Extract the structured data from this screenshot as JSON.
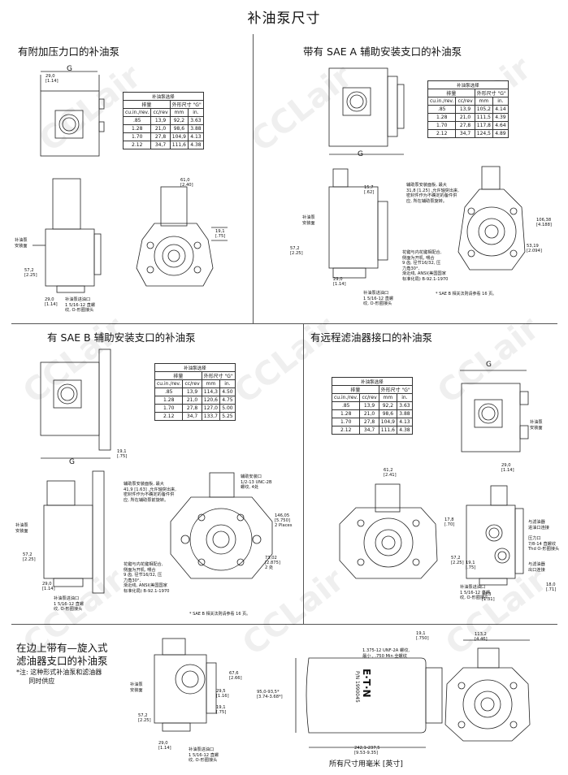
{
  "page_title": "补油泵尺寸",
  "footer": "所有尺寸用毫米 [英寸]",
  "watermark": "CCLair",
  "table_header": {
    "caption": "补油泵选择",
    "col_disp": "排量",
    "col_dim": "外形尺寸 \"G\"",
    "h1": "cu.in./rev.",
    "h2": "cc/rev",
    "h3": "mm",
    "h4": "in."
  },
  "sections": {
    "s1": {
      "title": "有附加压力口的补油泵",
      "g_label": "G",
      "dims": [
        "29,0\n[1.14]",
        "61,0\n[2.40]",
        "19,1\n[.75]",
        "57,2\n[2.25]",
        "29,0\n[1.14]"
      ],
      "note_flange": "补油泵\n安装面",
      "note_inlet": "补油泵进油口\n1 5/16-12 直螺\n纹, O-形圈接头",
      "rows": [
        [
          ".85",
          "13,9",
          "92,2",
          "3.63"
        ],
        [
          "1.28",
          "21,0",
          "98,6",
          "3.88"
        ],
        [
          "1.70",
          "27,8",
          "104,9",
          "4.13"
        ],
        [
          "2.12",
          "34,7",
          "111,6",
          "4.38"
        ]
      ]
    },
    "s2": {
      "title": "带有 SAE A 辅助安装支口的补油泵",
      "g_label": "G",
      "dims": [
        "15,7\n[.62]",
        "106,38\n[4.188]",
        "53,19\n[2.094]",
        "57,2\n[2.25]",
        "29,0\n[1.14]"
      ],
      "note_face": "辅助泵安装面板, 最大\n31,8 [1.25] ,允许轴突出来,\n密封件作为不确定的备件供\n应, 所在辅助泵旋转。",
      "note_flange": "补油泵\n安装面",
      "note_key": "花键与内花键相配合,\n侧面为开机, 喂合\n9 齿, 径节16/32, 压\n力角30°,\n渐近线, ANSI(美国国家\n标准化局) B-92.1-1970",
      "note_inlet": "补油泵进油口\n1 5/16-12 直螺\n纹, O-形圈接头",
      "note_sae": "* SAE B 相关法则请参看 16 页。",
      "rows": [
        [
          ".85",
          "13,9",
          "105,2",
          "4.14"
        ],
        [
          "1.28",
          "21,0",
          "111,5",
          "4.39"
        ],
        [
          "1.70",
          "27,8",
          "117,8",
          "4.64"
        ],
        [
          "2.12",
          "34,7",
          "124,5",
          "4.89"
        ]
      ]
    },
    "s3": {
      "title": "有 SAE B 辅助安装支口的补油泵",
      "g_label": "G",
      "dims": [
        "19,1\n[.75]",
        "146,05\n[5.750]\n2 Places",
        "73,02\n[2.875]\n2 处",
        "57,2\n[2.25]",
        "29,0\n[1.14]"
      ],
      "note_face": "辅助泵安装面板, 最大\n41,9 [1.63] ,允许轴突出来,\n密封件作为不确定的备件供\n应, 所在辅助泵前旋转。",
      "note_port": "辅助安装口\n1/2-13 UNC-2B\n螺纹, 4处",
      "note_flange": "补油泵\n安装面",
      "note_key": "花键与内花键相配合,\n侧面为开机, 喂合\n9 齿, 径节16/32, 压\n力角30°,\n渐近线, ANSI(美国国家\n标准化局) B-92.1-1970",
      "note_inlet": "补油泵进油口\n1 5/16-12 直螺\n纹, O-形圈接头",
      "note_sae": "* SAE B 相关法则请参看 16 页。",
      "rows": [
        [
          ".85",
          "13,9",
          "114,3",
          "4.50"
        ],
        [
          "1.28",
          "21,0",
          "120,6",
          "4.75"
        ],
        [
          "1.70",
          "27,8",
          "127,0",
          "5.00"
        ],
        [
          "2.12",
          "34,7",
          "133,7",
          "5.25"
        ]
      ]
    },
    "s4": {
      "title": "有远程滤油器接口的补油泵",
      "g_label": "G",
      "dims": [
        "29,0\n[1.14]",
        "61,2\n[2.41]",
        "17,8\n[.70]",
        "19,1\n[.75]",
        "57,2\n[2.25]",
        "33,3\n[1.31]",
        "18,0\n[.71]"
      ],
      "note_flange": "补油泵\n安装面",
      "note_filter_in": "与滤油器\n进油口连接",
      "note_port": "压力口\n7/8-14 直螺纹\nThd O-形圈接头",
      "note_filter_out": "与滤油器\n出口连接",
      "note_inlet": "补油泵进油口\n1 5/16-12 直螺\n纹, O-形圈接头",
      "rows": [
        [
          ".85",
          "13,9",
          "92,2",
          "3.63"
        ],
        [
          "1.28",
          "21,0",
          "98,6",
          "3.88"
        ],
        [
          "1.70",
          "27,8",
          "104,9",
          "4.13"
        ],
        [
          "2.12",
          "34,7",
          "111,6",
          "4.38"
        ]
      ]
    },
    "s5": {
      "title": "在边上带有—旋入式\n滤油器支口的补油泵",
      "note": "*注: 这种形式补油泵和滤油器\n      同时供应",
      "dims": [
        "67,6\n[2.66]",
        "29,5\n[1.16]",
        "19,1\n[.75]",
        "57,2\n[2.25]",
        "29,0\n[1.14]",
        "19,1\n[.750]",
        "113,2\n[4.46]",
        "95,0-93,5*\n[3.74-3.68*]",
        "242,1-237,5\n[9.53-9.35]"
      ],
      "note_flange": "补油泵\n安装面",
      "note_inlet": "补油泵进油口\n1 5/16-12 直螺\n纹, O-形圈接头",
      "note_thread": "1.375-12 UNF-2A 螺纹,\n最小 , .750 Min 全螺纹",
      "filter_brand": "E·T·N",
      "filter_part": "P/N 1990045"
    }
  }
}
